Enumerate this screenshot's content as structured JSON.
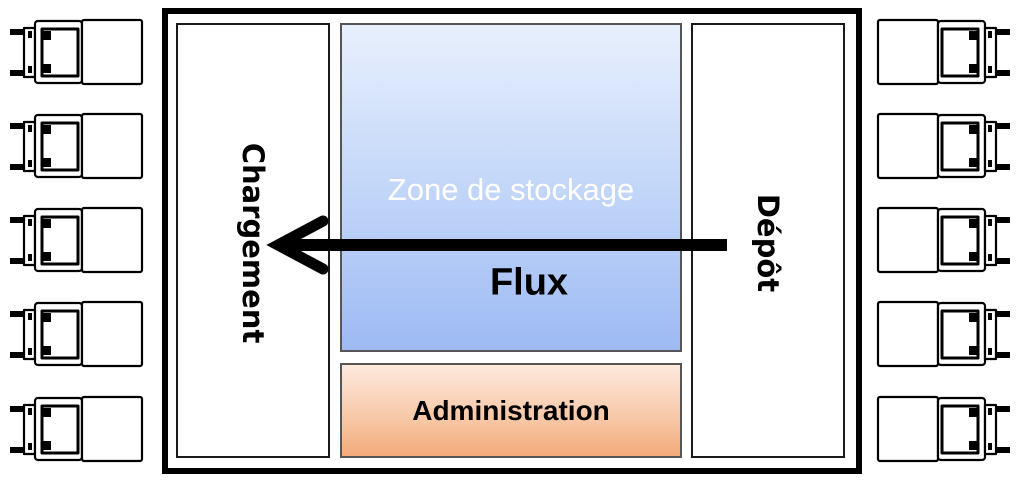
{
  "zones": {
    "loading": {
      "label": "Chargement"
    },
    "storage": {
      "label": "Zone de stockage"
    },
    "depot": {
      "label": "Dépôt"
    },
    "admin": {
      "label": "Administration"
    }
  },
  "flow": {
    "label": "Flux",
    "direction": "right-to-left"
  },
  "trucks": {
    "left_side_count": 5,
    "right_side_count": 5
  },
  "colors": {
    "storage_top": "#e8f0fd",
    "storage_bottom": "#9dbaf4",
    "admin_top": "#fce9de",
    "admin_bottom": "#f3ab7a",
    "outline": "#000000"
  }
}
